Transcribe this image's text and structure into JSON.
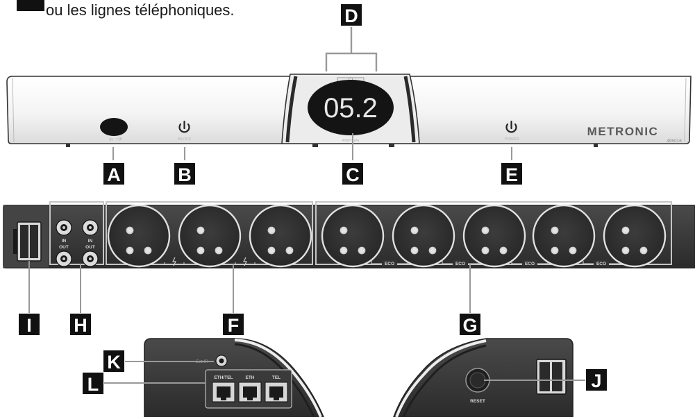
{
  "caption": "ou les lignes téléphoniques.",
  "callouts": {
    "A": "A",
    "B": "B",
    "C": "C",
    "D": "D",
    "E": "E",
    "F": "F",
    "G": "G",
    "H": "H",
    "I": "I",
    "J": "J",
    "K": "K",
    "L": "L"
  },
  "front": {
    "display_value": "05.2",
    "brand": "METRONIC",
    "model": "495016",
    "ir_label": "IR",
    "block_label": "BLOCK",
    "amps_label": "AMPS (A)",
    "power_label": "POWER"
  },
  "back": {
    "coax_in_label": "IN",
    "coax_out_label": "OUT",
    "eco_label": "ECO"
  },
  "side_left": {
    "port_labels": [
      "ETH/TEL",
      "ETH",
      "TEL"
    ],
    "ext_ir_label": "Ext.IR"
  },
  "side_right": {
    "reset_label": "RESET"
  },
  "colors": {
    "callout_bg": "#111111",
    "device_dark": "#3a3a3a",
    "outline_gray": "#bdbdbd"
  }
}
